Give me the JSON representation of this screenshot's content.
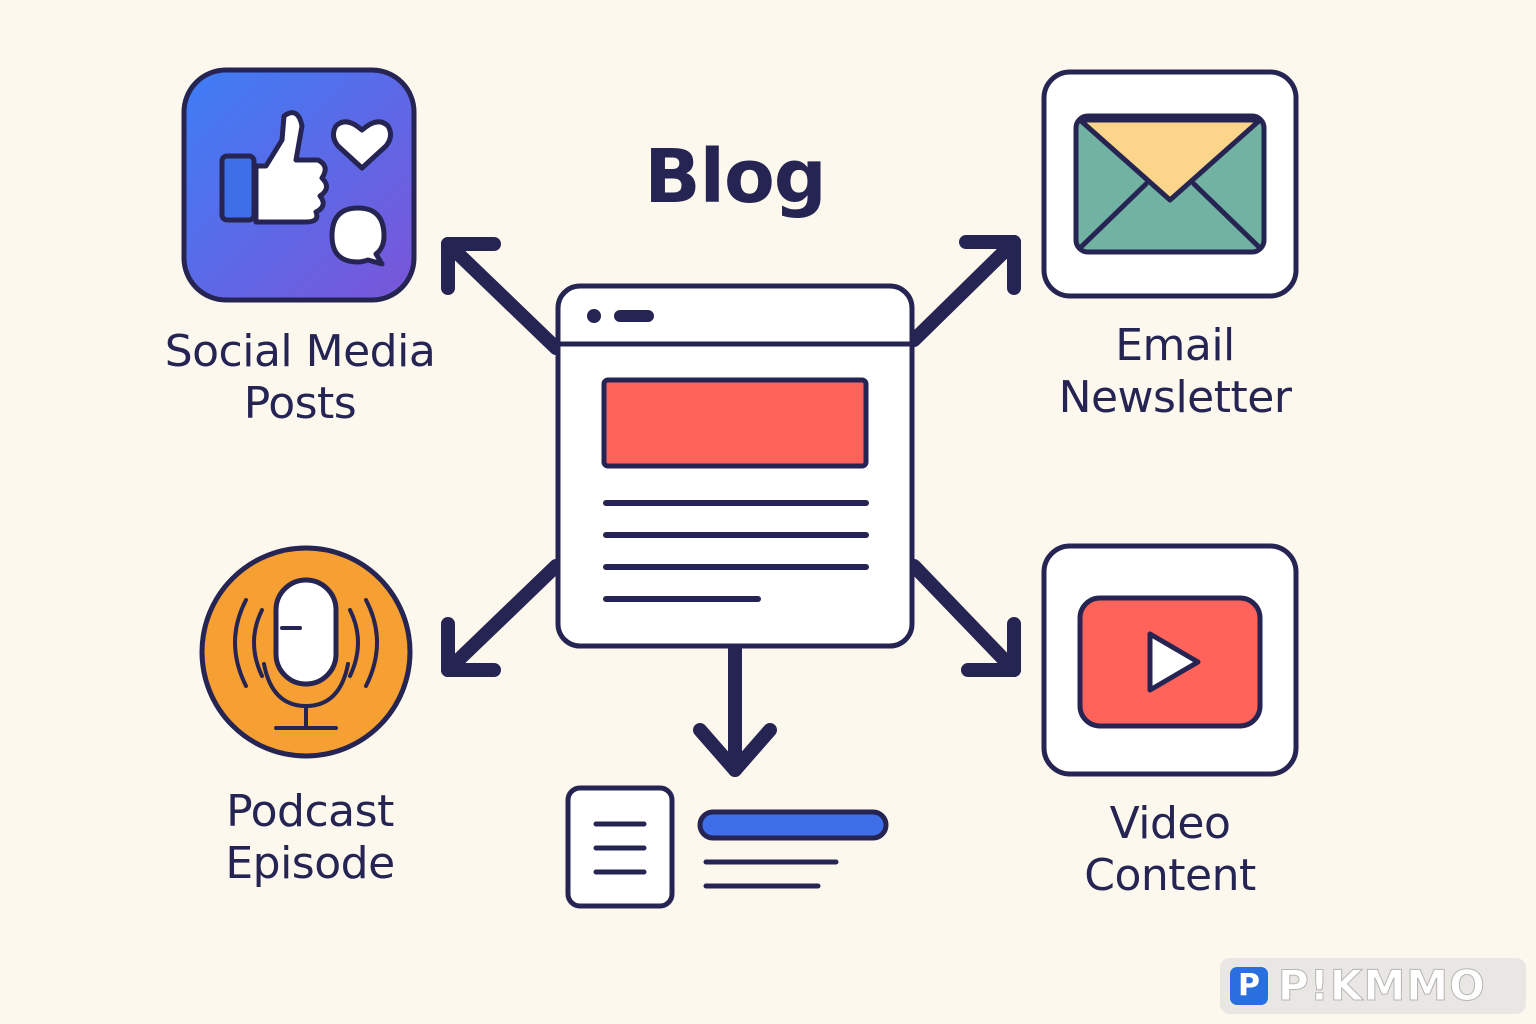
{
  "diagram": {
    "title": "Blog",
    "nodes": [
      {
        "id": "social",
        "lines": [
          "Social Media",
          "Posts"
        ],
        "icon": "thumbs-up-heart-chat-icon"
      },
      {
        "id": "email",
        "lines": [
          "Email",
          "Newsletter"
        ],
        "icon": "envelope-icon"
      },
      {
        "id": "podcast",
        "lines": [
          "Podcast",
          "Episode"
        ],
        "icon": "microphone-icon"
      },
      {
        "id": "video",
        "lines": [
          "Video",
          "Content"
        ],
        "icon": "play-button-icon"
      },
      {
        "id": "article",
        "lines": [],
        "icon": "document-icon"
      }
    ],
    "edges": [
      {
        "from": "blog",
        "to": "social"
      },
      {
        "from": "blog",
        "to": "email"
      },
      {
        "from": "blog",
        "to": "podcast"
      },
      {
        "from": "blog",
        "to": "video"
      },
      {
        "from": "blog",
        "to": "article"
      }
    ]
  },
  "colors": {
    "background": "#fcf8ee",
    "ink": "#252452",
    "social_gradient_start": "#3d7ef6",
    "social_gradient_end": "#7a55d8",
    "email_flap": "#fbd68a",
    "email_body": "#72b2a2",
    "podcast": "#f6a033",
    "video": "#ff6359",
    "blog_banner": "#ff6359",
    "article_accent": "#3f6fe8"
  },
  "watermark": {
    "badge": "P",
    "text": "P!KMMO"
  }
}
